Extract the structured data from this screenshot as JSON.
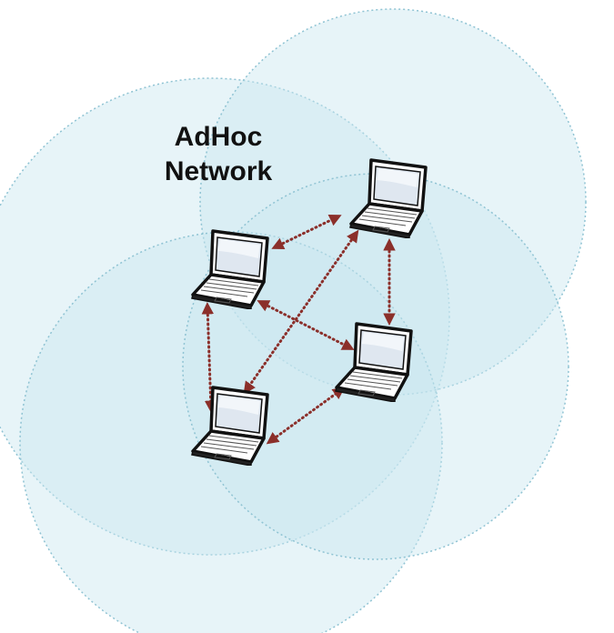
{
  "diagram": {
    "title_line1": "AdHoc",
    "title_line2": "Network"
  },
  "colors": {
    "coverage_fill": "#c9e6ef",
    "coverage_stroke": "#8fc3d3",
    "link": "#8b2f2a",
    "laptop_body": "#ffffff",
    "laptop_outline": "#111111",
    "laptop_screen": "#dfe7f0"
  },
  "nodes": [
    {
      "id": "laptop-1",
      "icon": "laptop-icon"
    },
    {
      "id": "laptop-2",
      "icon": "laptop-icon"
    },
    {
      "id": "laptop-3",
      "icon": "laptop-icon"
    },
    {
      "id": "laptop-4",
      "icon": "laptop-icon"
    }
  ],
  "links": [
    {
      "from": "laptop-1",
      "to": "laptop-2",
      "type": "bidirectional"
    },
    {
      "from": "laptop-1",
      "to": "laptop-3",
      "type": "bidirectional"
    },
    {
      "from": "laptop-1",
      "to": "laptop-4",
      "type": "bidirectional"
    },
    {
      "from": "laptop-2",
      "to": "laptop-3",
      "type": "bidirectional"
    },
    {
      "from": "laptop-2",
      "to": "laptop-4",
      "type": "bidirectional"
    },
    {
      "from": "laptop-3",
      "to": "laptop-4",
      "type": "bidirectional"
    }
  ]
}
